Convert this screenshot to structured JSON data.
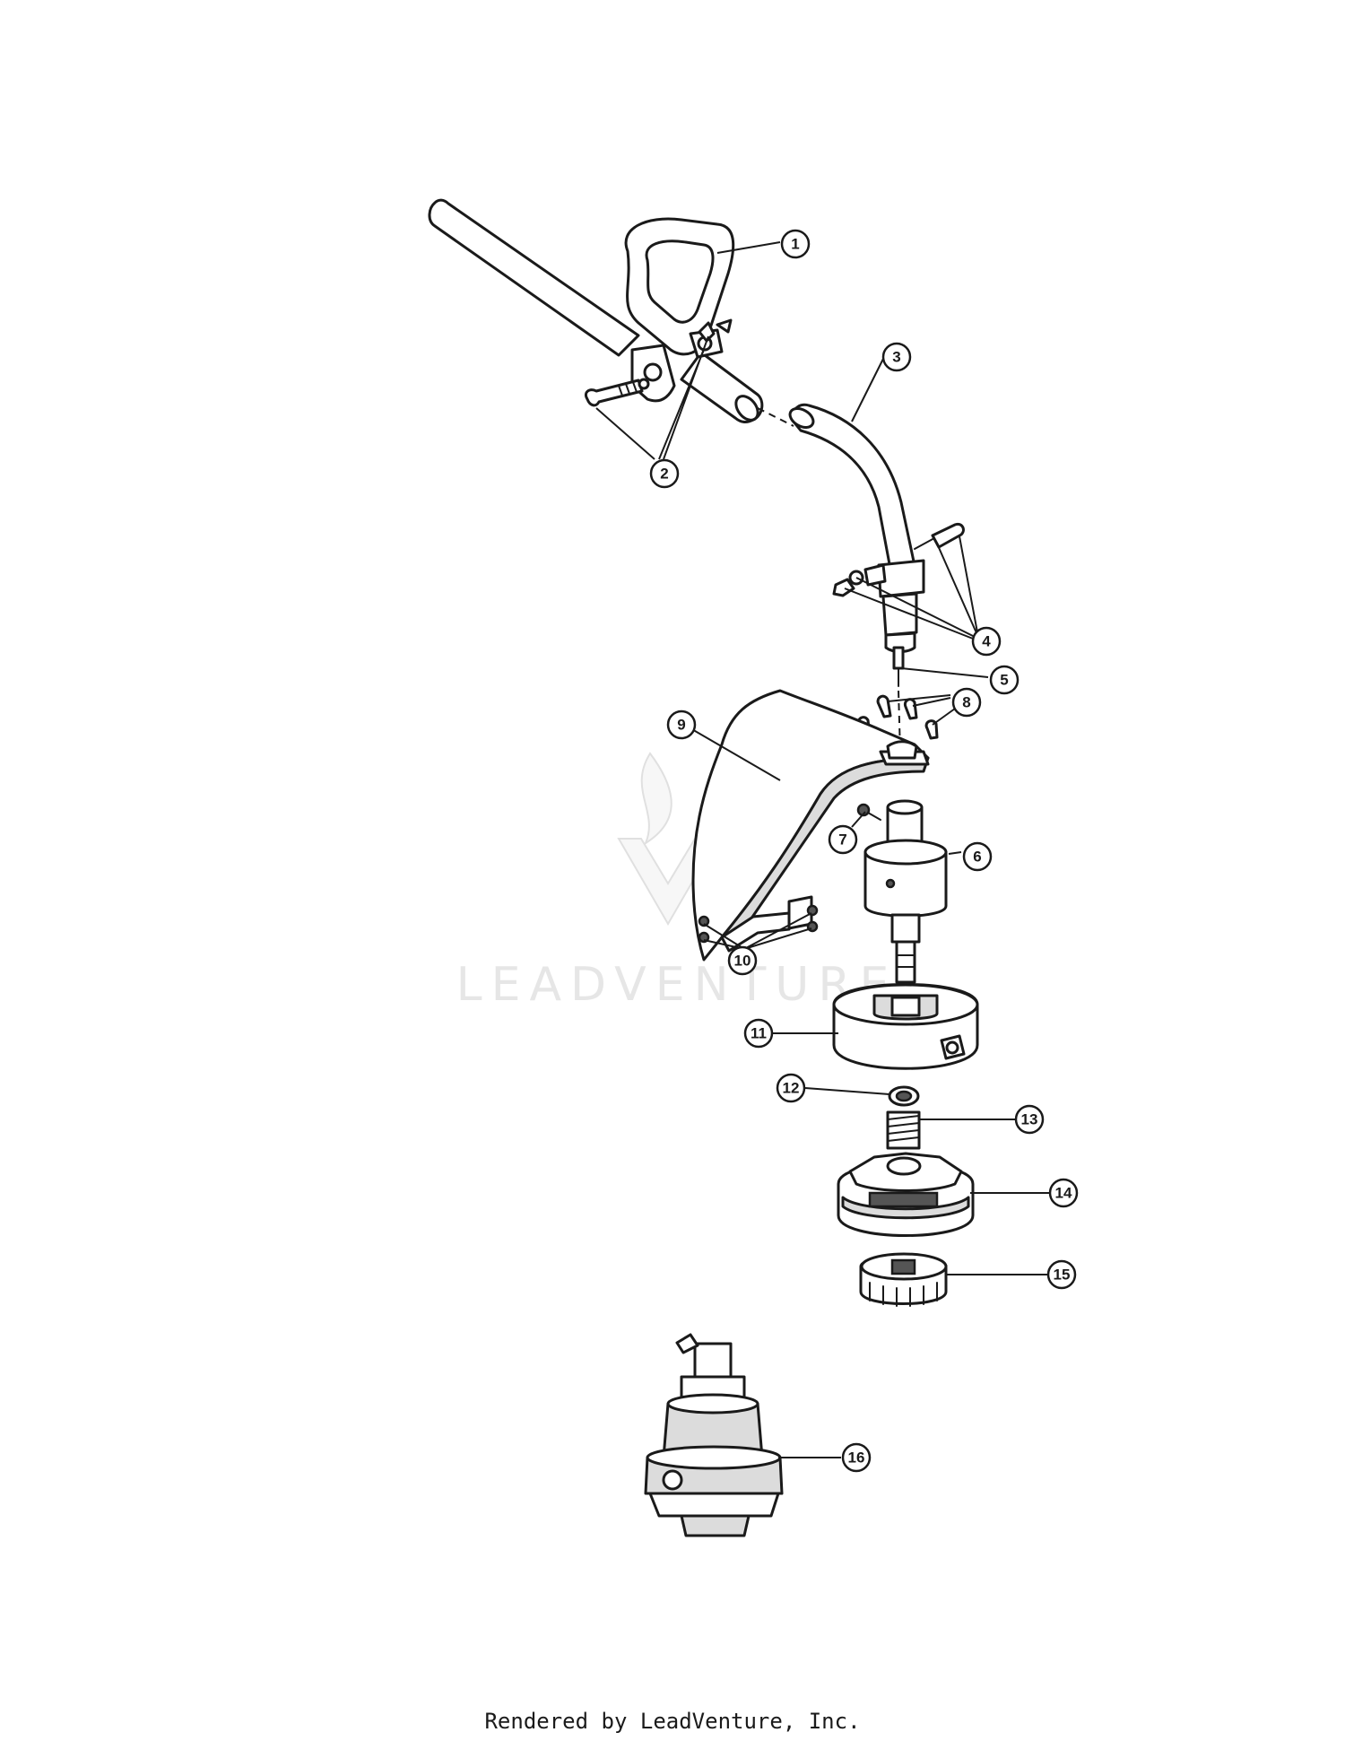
{
  "watermark": "LEADVENTURE",
  "footer": "Rendered by LeadVenture, Inc.",
  "callouts": [
    {
      "number": "1"
    },
    {
      "number": "2"
    },
    {
      "number": "3"
    },
    {
      "number": "4"
    },
    {
      "number": "5"
    },
    {
      "number": "6"
    },
    {
      "number": "7"
    },
    {
      "number": "8"
    },
    {
      "number": "9"
    },
    {
      "number": "10"
    },
    {
      "number": "11"
    },
    {
      "number": "12"
    },
    {
      "number": "13"
    },
    {
      "number": "14"
    },
    {
      "number": "15"
    },
    {
      "number": "16"
    }
  ]
}
